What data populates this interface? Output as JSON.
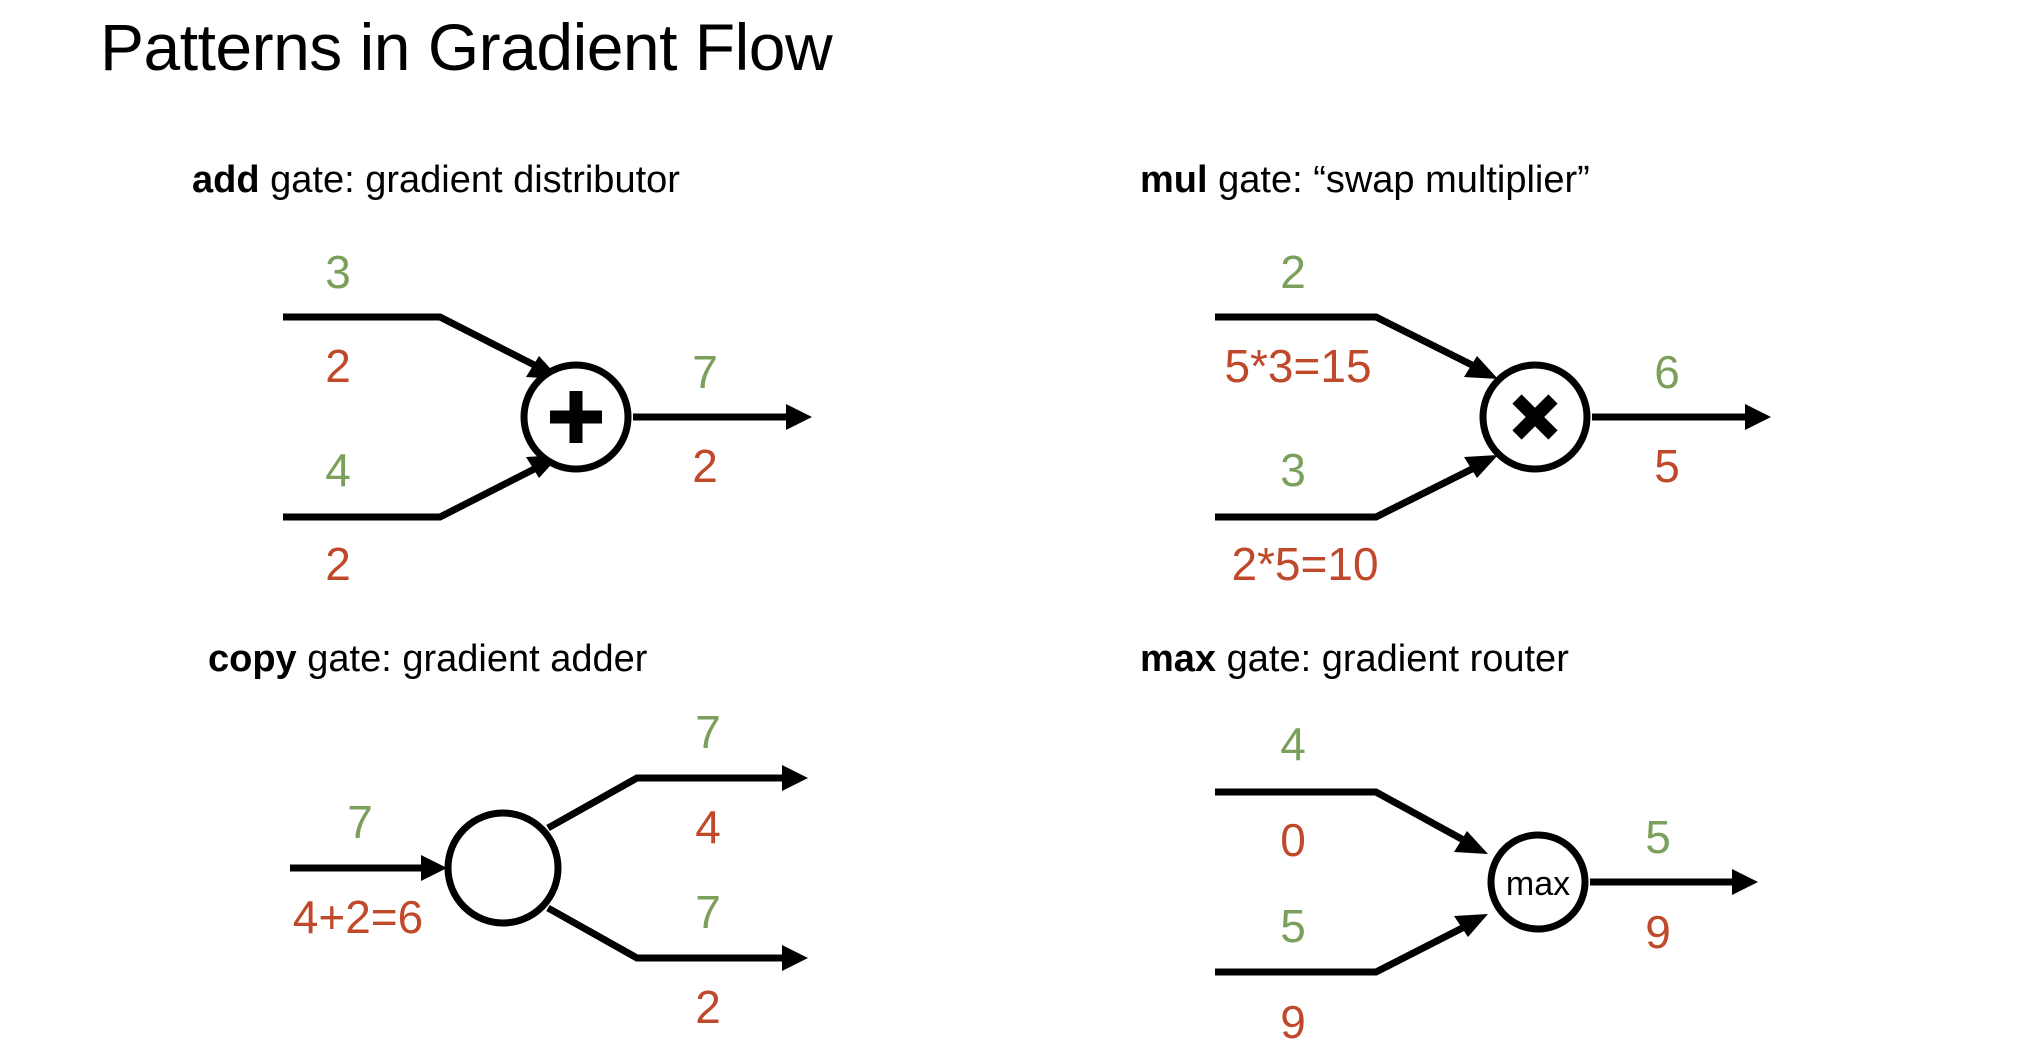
{
  "slide": {
    "title": "Patterns in Gradient Flow",
    "colors": {
      "forward_value": "#7BA05B",
      "gradient_value": "#C0492B",
      "wire": "#000000",
      "background": "#ffffff"
    }
  },
  "panels": [
    {
      "id": "add",
      "heading_gate": "add",
      "heading_rest": " gate: gradient distributor",
      "node_symbol": "+",
      "inputs": [
        {
          "forward": "3",
          "gradient": "2"
        },
        {
          "forward": "4",
          "gradient": "2"
        }
      ],
      "outputs": [
        {
          "forward": "7",
          "gradient": "2"
        }
      ]
    },
    {
      "id": "mul",
      "heading_gate": "mul",
      "heading_rest": " gate: “swap multiplier”",
      "node_symbol": "×",
      "inputs": [
        {
          "forward": "2",
          "gradient": "5*3=15"
        },
        {
          "forward": "3",
          "gradient": "2*5=10"
        }
      ],
      "outputs": [
        {
          "forward": "6",
          "gradient": "5"
        }
      ]
    },
    {
      "id": "copy",
      "heading_gate": "copy",
      "heading_rest": " gate: gradient adder",
      "node_symbol": "",
      "inputs": [
        {
          "forward": "7",
          "gradient": "4+2=6"
        }
      ],
      "outputs": [
        {
          "forward": "7",
          "gradient": "4"
        },
        {
          "forward": "7",
          "gradient": "2"
        }
      ]
    },
    {
      "id": "max",
      "heading_gate": "max",
      "heading_rest": " gate: gradient router",
      "node_symbol": "max",
      "inputs": [
        {
          "forward": "4",
          "gradient": "0"
        },
        {
          "forward": "5",
          "gradient": "9"
        }
      ],
      "outputs": [
        {
          "forward": "5",
          "gradient": "9"
        }
      ]
    }
  ]
}
